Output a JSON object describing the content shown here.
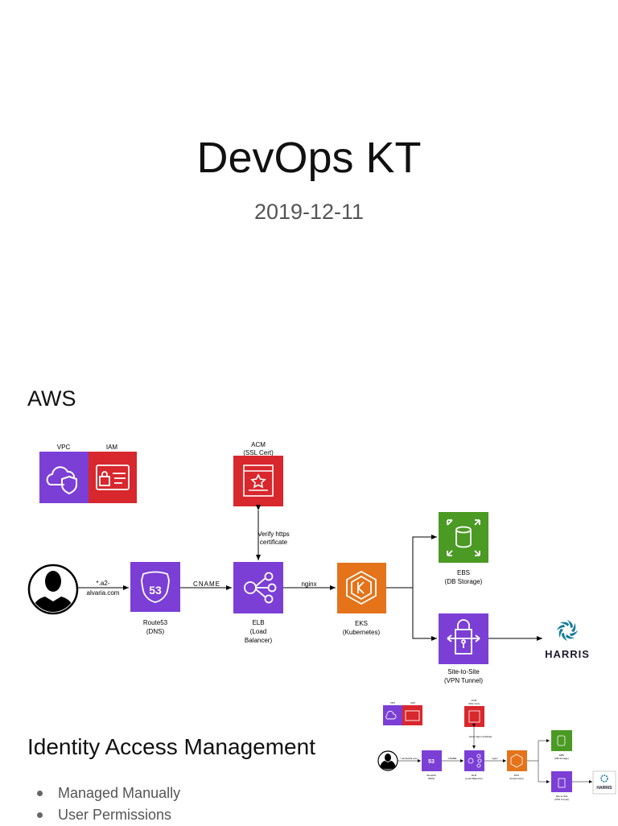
{
  "slide1": {
    "title": "DevOps KT",
    "date": "2019-12-11"
  },
  "slide2": {
    "heading": "AWS",
    "diagram": {
      "nodes": {
        "vpc": {
          "label": "VPC",
          "icon": "cloud-shield-icon",
          "color": "#7b3fd6"
        },
        "iam": {
          "label": "IAM",
          "icon": "id-card-icon",
          "color": "#d8272d"
        },
        "acm": {
          "label": "ACM",
          "sublabel": "(SSL Cert)",
          "icon": "certificate-icon",
          "color": "#d8272d"
        },
        "route53": {
          "label": "Route53",
          "sublabel": "(DNS)",
          "icon": "route53-shield-icon",
          "color": "#7b3fd6"
        },
        "elb": {
          "label": "ELB",
          "sublabel1": "(Load",
          "sublabel2": "Balancer)",
          "icon": "load-balancer-icon",
          "color": "#7b3fd6"
        },
        "eks": {
          "label": "EKS",
          "sublabel": "(Kubernetes)",
          "icon": "kubernetes-icon",
          "color": "#e4731a"
        },
        "ebs": {
          "label": "EBS",
          "sublabel": "(DB Storage)",
          "icon": "storage-icon",
          "color": "#4a9a24"
        },
        "vpn": {
          "label": "Site-to-Site",
          "sublabel": "(VPN Tunnel)",
          "icon": "vpn-lock-icon",
          "color": "#7b3fd6"
        },
        "harris": {
          "label": "HARRIS",
          "icon": "harris-logo-icon",
          "color": "#147a9a"
        }
      },
      "edges": {
        "user_route53_line1": "*.a2-",
        "user_route53_line2": "alvaria.com",
        "route53_elb": "CNAME",
        "acm_elb_line1": "Verify https",
        "acm_elb_line2": "certificate",
        "elb_eks": "nginx"
      }
    }
  },
  "slide3": {
    "heading": "Identity Access Management",
    "bullets": [
      "Managed Manually",
      "User Permissions"
    ],
    "thumbnail": {
      "vpc": "VPC",
      "iam": "IAM",
      "acm": "ACM",
      "acm_sub": "(SSL Cert)",
      "user_edge": "*.a2-alvaria.com",
      "cname": "CNAME",
      "verify": "Verify https certificate",
      "nginx": "nginx",
      "route53": "Route53",
      "route53_sub": "(DNS)",
      "elb": "ELB",
      "elb_sub": "(Load Balancer)",
      "eks": "EKS",
      "eks_sub": "(Kubernetes)",
      "ebs": "EBS",
      "ebs_sub": "(DB Storage)",
      "vpn": "Site-to-Site",
      "vpn_sub": "(VPN Tunnel)",
      "harris": "HARRIS"
    }
  }
}
